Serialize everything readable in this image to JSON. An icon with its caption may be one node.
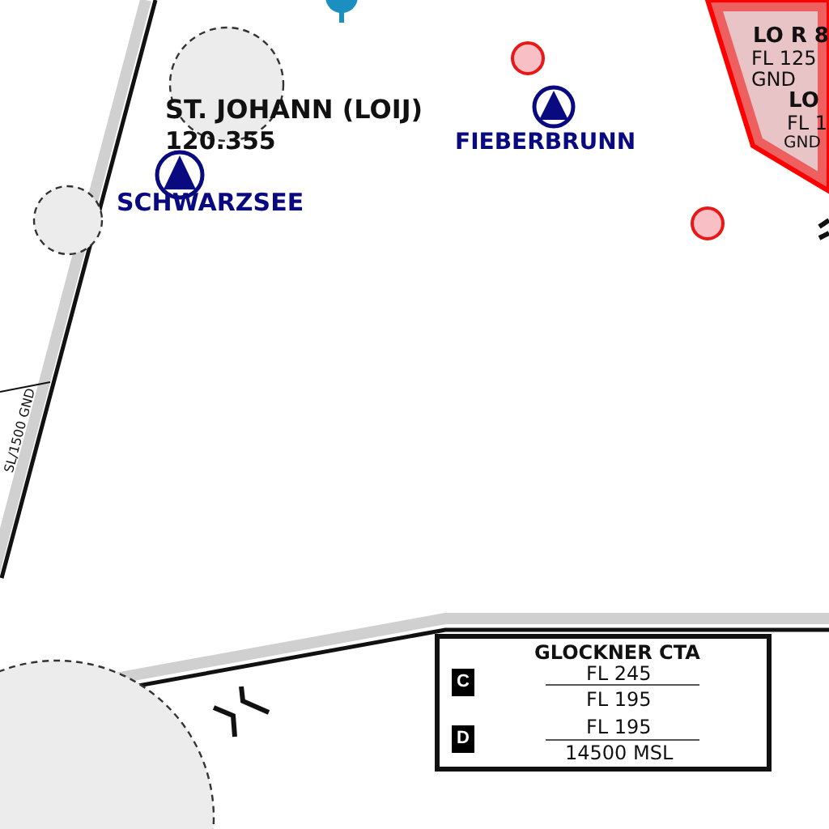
{
  "diagram": {
    "labels": [
      "ST. JOHANN (LOIJ)",
      "120.355",
      "FIEBERBRUNN",
      "LO R 8",
      "FL 125",
      "GND",
      "LO",
      "FL 1",
      "GND",
      "SCHWARZSEE",
      "SL/1500 GND",
      "GLOCKNER CTA",
      "C",
      "FL 245",
      "FL 195",
      "D",
      "FL 195",
      "14500 MSL"
    ]
  }
}
